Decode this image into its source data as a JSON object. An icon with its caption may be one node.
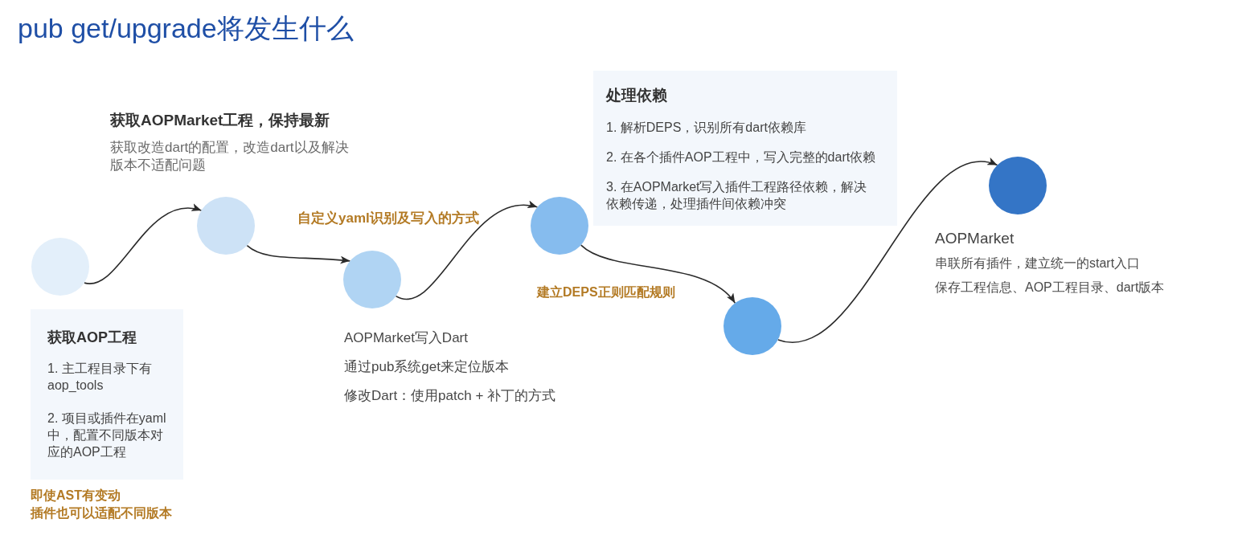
{
  "diagram": {
    "title": "pub get/upgrade将发生什么",
    "nodes": [
      {
        "text": [],
        "shape": "circle"
      },
      {
        "text": [
          "获取AOP工程",
          "1. 主工程目录下有aop_tools",
          "2. 项目或插件在yaml中，配置不同版本对应的AOP工程"
        ]
      },
      {
        "text": [],
        "shape": "circle",
        "beside": [
          "获取AOPMarket工程，保持最新",
          "获取改造dart的配置，改造dart以及解决版本不适配问题"
        ]
      },
      {
        "text": [],
        "shape": "circle",
        "beside": [
          "AOPMarket写入Dart",
          "通过pub系统get来定位版本",
          "修改Dart：使用patch + 补丁的方式"
        ]
      },
      {
        "text": [],
        "shape": "circle"
      },
      {
        "text": [
          "处理依赖",
          "1. 解析DEPS，识别所有dart依赖库",
          "2. 在各个插件AOP工程中，写入完整的dart依赖",
          "3. 在AOPMarket写入插件工程路径依赖，解决依赖传递，处理插件间依赖冲突"
        ]
      },
      {
        "text": [],
        "shape": "circle"
      },
      {
        "text": [],
        "shape": "circle",
        "beside": [
          "AOPMarket",
          "串联所有插件，建立统一的start入口",
          "保存工程信息、AOP工程目录、dart版本"
        ]
      }
    ],
    "edges": [
      {
        "from": 0,
        "to": 2,
        "arrow": "to"
      },
      {
        "from": 2,
        "to": 3,
        "arrow": "to"
      },
      {
        "from": 3,
        "to": 4,
        "arrow": "to"
      },
      {
        "from": 4,
        "to": 6,
        "arrow": "to"
      },
      {
        "from": 6,
        "to": 7,
        "arrow": "to"
      }
    ],
    "labels": [
      "自定义yaml识别及写入的方式",
      "建立DEPS正则匹配规则",
      "即使AST有变动",
      "插件也可以适配不同版本"
    ]
  }
}
